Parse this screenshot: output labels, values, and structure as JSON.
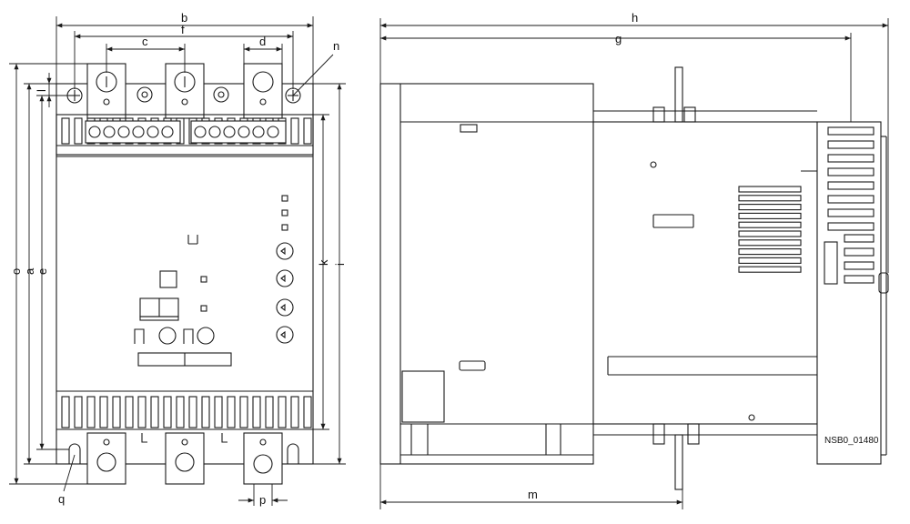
{
  "dimensions": {
    "b": "b",
    "f": "f",
    "c": "c",
    "d": "d",
    "n": "n",
    "o": "o",
    "a": "a",
    "e": "e",
    "l": "l",
    "k": "k",
    "i": "i",
    "q": "q",
    "p": "p",
    "h": "h",
    "g": "g",
    "m": "m"
  },
  "drawing_code": "NSB0_01480",
  "colors": {
    "line": "#1a1a1a",
    "background": "#ffffff",
    "fill": "#f2f2f2"
  }
}
